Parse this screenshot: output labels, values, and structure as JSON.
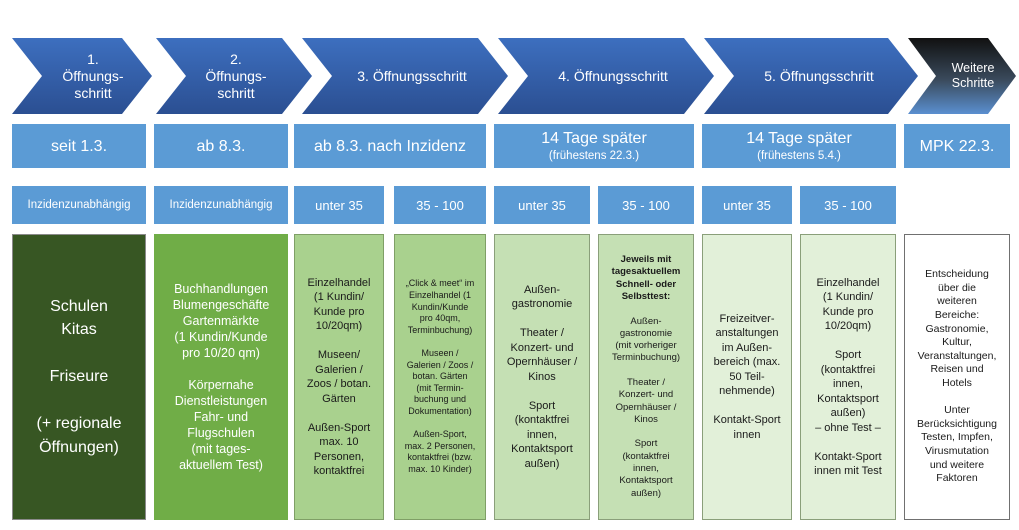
{
  "steps": [
    {
      "label": "1.\nÖffnungs-\nschritt"
    },
    {
      "label": "2.\nÖffnungs-\nschritt"
    },
    {
      "label": "3. Öffnungsschritt"
    },
    {
      "label": "4. Öffnungsschritt"
    },
    {
      "label": "5. Öffnungsschritt"
    },
    {
      "label": "Weitere\nSchritte"
    }
  ],
  "dates": [
    {
      "main": "seit 1.3.",
      "sub": ""
    },
    {
      "main": "ab 8.3.",
      "sub": ""
    },
    {
      "main": "ab 8.3. nach Inzidenz",
      "sub": ""
    },
    {
      "main": "14 Tage später",
      "sub": "(frühestens 22.3.)"
    },
    {
      "main": "14 Tage später",
      "sub": "(frühestens 5.4.)"
    },
    {
      "main": "MPK 22.3.",
      "sub": ""
    }
  ],
  "categories": [
    "Inzidenzunabhängig",
    "Inzidenzunabhängig",
    "unter 35",
    "35 - 100",
    "unter 35",
    "35 - 100",
    "unter 35",
    "35 - 100"
  ],
  "details": [
    {
      "text": "Schulen\nKitas\n\nFriseure\n\n(+ regionale\nÖffnungen)"
    },
    {
      "text": "Buchhandlungen\nBlumengeschäfte\nGartenmärkte\n(1 Kundin/Kunde\npro 10/20 qm)\n\nKörpernahe\nDienstleistungen\nFahr- und\nFlugschulen\n(mit tages-\naktuellem Test)"
    },
    {
      "text": "Einzelhandel\n(1 Kundin/\nKunde pro\n10/20qm)\n\nMuseen/\nGalerien /\nZoos / botan.\nGärten\n\nAußen-Sport\nmax. 10\nPersonen,\nkontaktfrei"
    },
    {
      "text": "„Click & meet“ im\nEinzelhandel (1\nKundin/Kunde\npro 40qm,\nTerminbuchung)\n\nMuseen /\nGalerien / Zoos /\nbotan. Gärten\n(mit Termin-\nbuchung und\nDokumentation)\n\nAußen-Sport,\nmax. 2 Personen,\nkontaktfrei (bzw.\nmax. 10 Kinder)"
    },
    {
      "text": "Außen-\ngastronomie\n\nTheater /\nKonzert- und\nOpernhäuser /\nKinos\n\nSport\n(kontaktfrei\ninnen,\nKontaktsport\naußen)"
    },
    {
      "heading": "Jeweils mit\ntagesaktuellem\nSchnell- oder\nSelbsttest:",
      "text": "\nAußen-\ngastronomie\n(mit vorheriger\nTerminbuchung)\n\nTheater /\nKonzert- und\nOpernhäuser /\nKinos\n\nSport\n(kontaktfrei\ninnen,\nKontaktsport\naußen)"
    },
    {
      "text": "Freizeitver-\nanstaltungen\nim Außen-\nbereich (max.\n50 Teil-\nnehmende)\n\nKontakt-Sport\ninnen"
    },
    {
      "text": "Einzelhandel\n(1 Kundin/\nKunde pro\n10/20qm)\n\nSport\n(kontaktfrei\ninnen,\nKontaktsport\naußen)\n– ohne Test –\n\nKontakt-Sport\ninnen mit Test"
    },
    {
      "text": "Entscheidung\nüber die\nweiteren\nBereiche:\nGastronomie,\nKultur,\nVeranstaltungen,\nReisen und\nHotels\n\nUnter\nBerücksichtigung\nTesten, Impfen,\nVirusmutation\nund weitere\nFaktoren"
    }
  ],
  "colors": {
    "arrow_blue": "#2f5597",
    "arrow_blue_light": "#4472c4",
    "arrow_last": "#1f1f1f",
    "date_bg": "#5b9bd5",
    "green_dark": "#375623",
    "green_medium": "#70ad47",
    "green_light": "#a9d18e",
    "green_lighter": "#c5e0b4",
    "green_lightest": "#e2f0d9"
  }
}
